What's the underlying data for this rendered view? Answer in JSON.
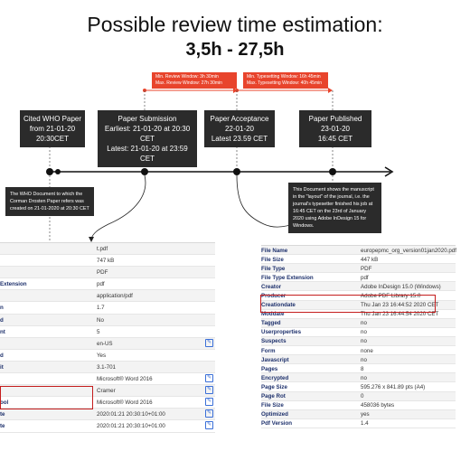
{
  "header": {
    "title": "Possible review time estimation:",
    "range": "3,5h - 27,5h"
  },
  "windows": [
    {
      "line1": "Min. Review Window: 3h 30min",
      "line2": "Max. Review Window: 27h 30min"
    },
    {
      "line1": "Min. Typesetting Window: 16h 45min",
      "line2": "Max. Typesetting Window: 40h 45min"
    }
  ],
  "events": [
    {
      "title": "Cited WHO Paper",
      "l2": "from 21-01-20",
      "l3": "20:30CET"
    },
    {
      "title": "Paper Submission",
      "l2": "Earliest: 21-01-20 at 20:30 CET",
      "l3": "Latest: 21-01-20 at 23:59 CET"
    },
    {
      "title": "Paper Acceptance",
      "l2": "22-01-20",
      "l3": "Latest 23.59 CET"
    },
    {
      "title": "Paper Published",
      "l2": "23-01-20",
      "l3": "16:45 CET"
    }
  ],
  "notes": {
    "who": "The WHO Document to which the Corman Drosten Paper refers was created on 21-01-2020 at 20:30 CET",
    "layout": "This Document shows the manuscript in the \"layout\" of the journal, i.e. the journal's typesetter finished his job at 16:45 CET on the 23rd of January 2020 using Adobe InDesign 15 for Windows."
  },
  "left_table": [
    {
      "k": "",
      "v": "t.pdf",
      "e": false
    },
    {
      "k": "",
      "v": "747 kB",
      "e": false
    },
    {
      "k": "",
      "v": "PDF",
      "e": false
    },
    {
      "k": "Extension",
      "v": "pdf",
      "e": false
    },
    {
      "k": "",
      "v": "application/pdf",
      "e": false
    },
    {
      "k": "n",
      "v": "1.7",
      "e": false
    },
    {
      "k": "d",
      "v": "No",
      "e": false
    },
    {
      "k": "nt",
      "v": "5",
      "e": false
    },
    {
      "k": "",
      "v": "en-US",
      "e": true
    },
    {
      "k": "d",
      "v": "Yes",
      "e": false
    },
    {
      "k": "it",
      "v": "3.1-701",
      "e": false
    },
    {
      "k": "",
      "v": "Microsoft® Word 2016",
      "e": true
    },
    {
      "k": "",
      "v": "Cramer",
      "e": true
    },
    {
      "k": "ool",
      "v": "Microsoft® Word 2016",
      "e": true
    },
    {
      "k": "te",
      "v": "2020:01:21 20:30:10+01:00",
      "e": true
    },
    {
      "k": "te",
      "v": "2020:01:21 20:30:10+01:00",
      "e": true
    }
  ],
  "right_table": [
    {
      "k": "File Name",
      "v": "europepmc_org_version01jan2020.pdf"
    },
    {
      "k": "File Size",
      "v": "447 kB"
    },
    {
      "k": "File Type",
      "v": "PDF"
    },
    {
      "k": "File Type Extension",
      "v": "pdf"
    },
    {
      "k": "Creator",
      "v": "Adobe InDesign 15.0 (Windows)"
    },
    {
      "k": "Producer",
      "v": "Adobe PDF Library 15.0"
    },
    {
      "k": "Creationdate",
      "v": "Thu Jan 23 16:44:52 2020 CET"
    },
    {
      "k": "Moddate",
      "v": "Thu Jan 23 16:44:54 2020 CET"
    },
    {
      "k": "Tagged",
      "v": "no"
    },
    {
      "k": "Userproperties",
      "v": "no"
    },
    {
      "k": "Suspects",
      "v": "no"
    },
    {
      "k": "Form",
      "v": "none"
    },
    {
      "k": "Javascript",
      "v": "no"
    },
    {
      "k": "Pages",
      "v": "8"
    },
    {
      "k": "Encrypted",
      "v": "no"
    },
    {
      "k": "Page Size",
      "v": "595.276 x 841.89 pts (A4)"
    },
    {
      "k": "Page Rot",
      "v": "0"
    },
    {
      "k": "File Size",
      "v": "458036 bytes"
    },
    {
      "k": "Optimized",
      "v": "yes"
    },
    {
      "k": "Pdf Version",
      "v": "1.4"
    }
  ]
}
